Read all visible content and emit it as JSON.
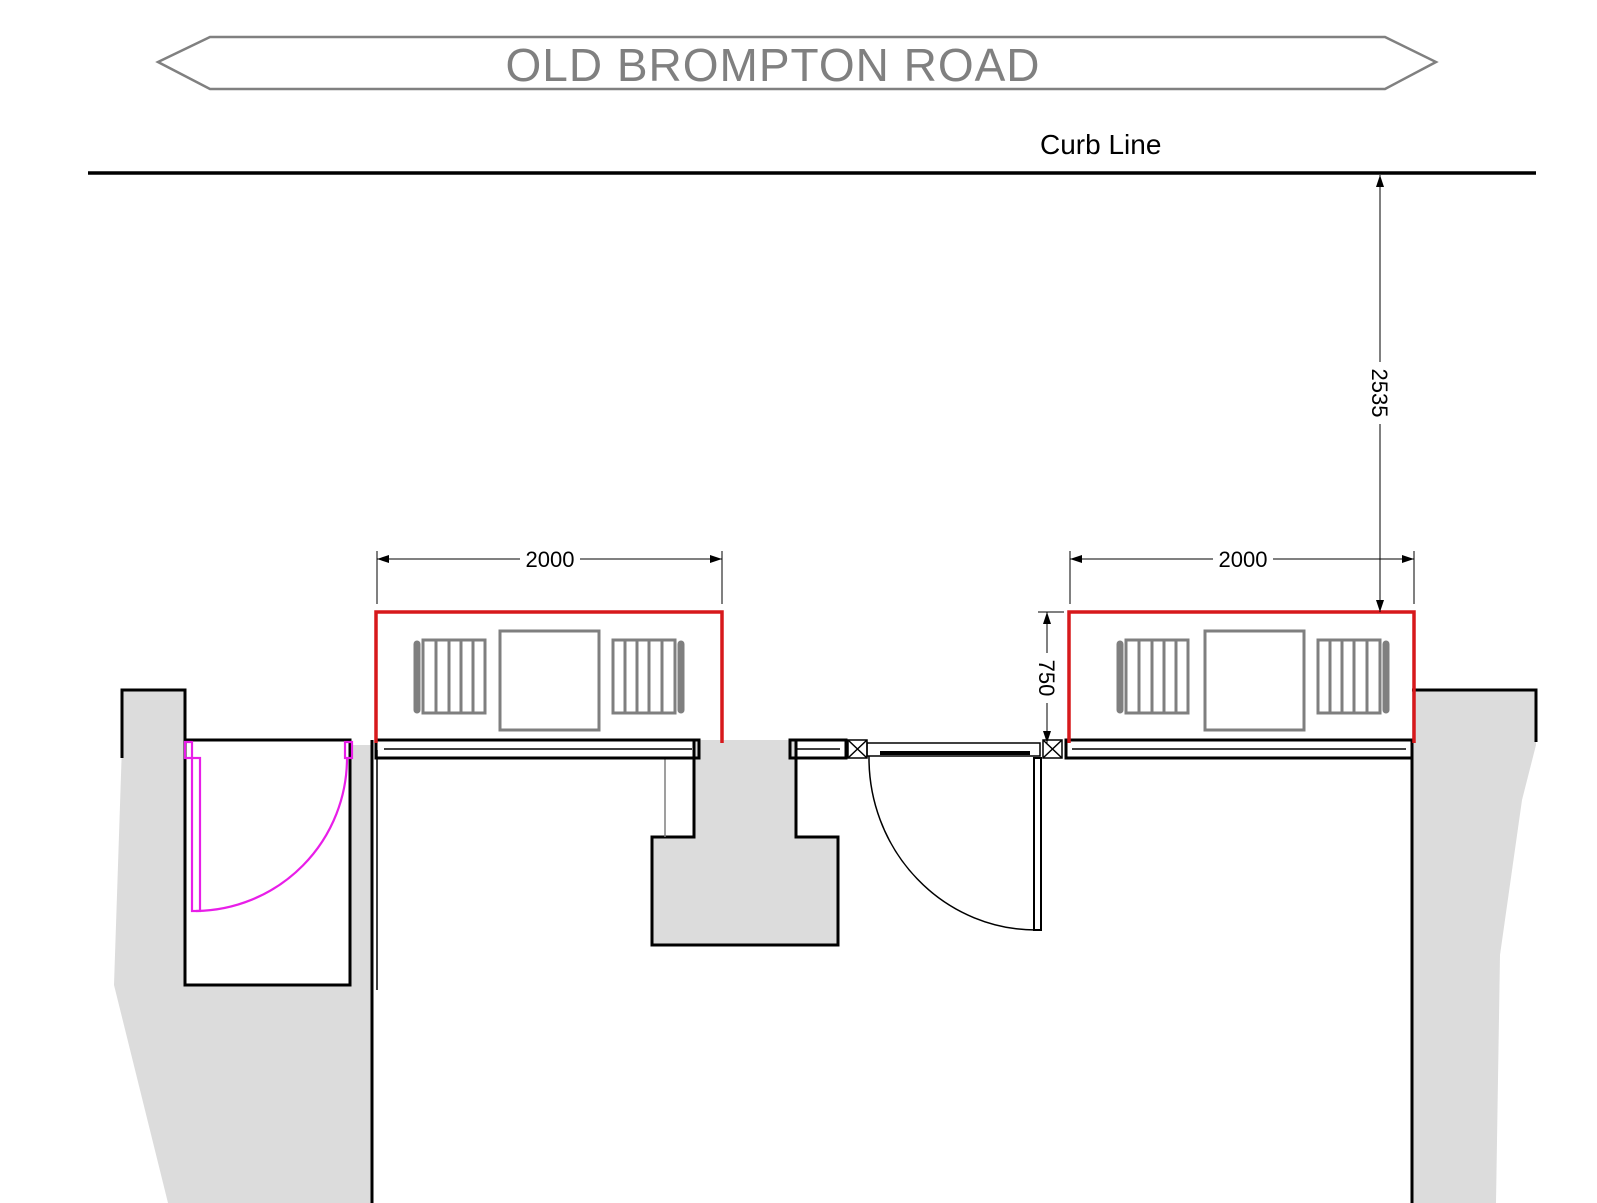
{
  "road": {
    "name": "OLD BROMPTON ROAD"
  },
  "curb": {
    "label": "Curb Line"
  },
  "dimensions": {
    "left_width": "2000",
    "right_width": "2000",
    "depth": "750",
    "curb_offset": "2535"
  },
  "colors": {
    "area_outline": "#d7191c",
    "furniture": "#7f7f7f",
    "door_swing_highlight": "#e81ee8",
    "pavement": "#dcdcdc"
  }
}
